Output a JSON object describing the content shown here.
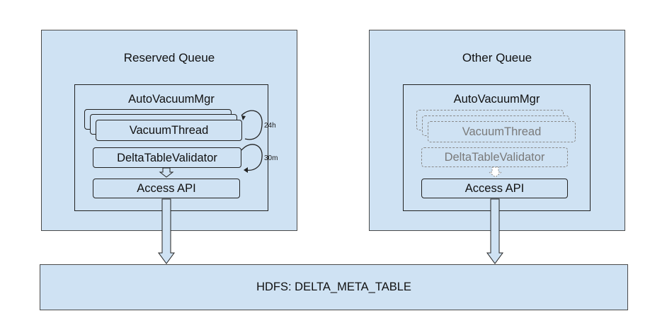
{
  "left_queue": {
    "title": "Reserved Queue",
    "manager": "AutoVacuumMgr",
    "vacuum_thread": "VacuumThread",
    "vacuum_interval": "24h",
    "validator": "DeltaTableValidator",
    "validator_interval": "30m",
    "api": "Access API"
  },
  "right_queue": {
    "title": "Other Queue",
    "manager": "AutoVacuumMgr",
    "vacuum_thread": "VacuumThread",
    "validator": "DeltaTableValidator",
    "api": "Access API"
  },
  "storage": {
    "label": "HDFS: DELTA_META_TABLE"
  },
  "colors": {
    "box_fill": "#cfe2f3",
    "outline": "#222222",
    "inactive": "#8a8a8a"
  }
}
